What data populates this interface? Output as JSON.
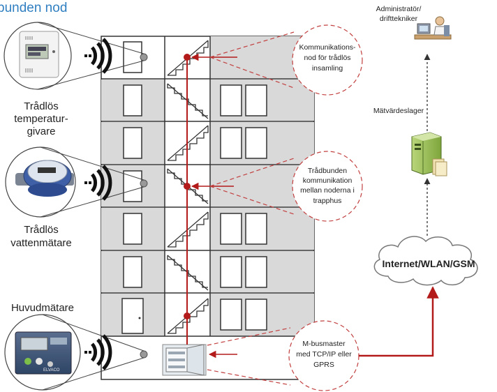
{
  "title": "bunden nod",
  "labels": {
    "temp_sensor": [
      "Trådlös",
      "temperatur-",
      "givare"
    ],
    "water_meter": [
      "Trådlös",
      "vattenmätare"
    ],
    "main_meter": [
      "Huvudmätare"
    ],
    "admin": [
      "Administratör/",
      "drifttekniker"
    ],
    "storage": [
      "Mätvärdeslager"
    ],
    "cloud": [
      "Internet/WLAN/GSM"
    ]
  },
  "callouts": {
    "wireless_node": [
      "Kommunikations-",
      "nod för trådlös",
      "insamling"
    ],
    "wired_comm": [
      "Trådbunden",
      "kommunikation",
      "mellan noderna i",
      "trapphus"
    ],
    "mbus_master": [
      "M-busmaster",
      "med TCP/IP eller",
      "GPRS"
    ]
  },
  "device_text": {
    "main_meter_brand": "ELVACO"
  },
  "colors": {
    "accent_red": "#b31b1b",
    "title_blue": "#2f7fc1",
    "floor_gray": "#d9d9d9",
    "outline": "#333333"
  },
  "icons": {
    "wireless": "wifi-waves-icon",
    "admin": "person-at-computer-icon",
    "storage": "server-icon",
    "cloud": "cloud-icon"
  }
}
